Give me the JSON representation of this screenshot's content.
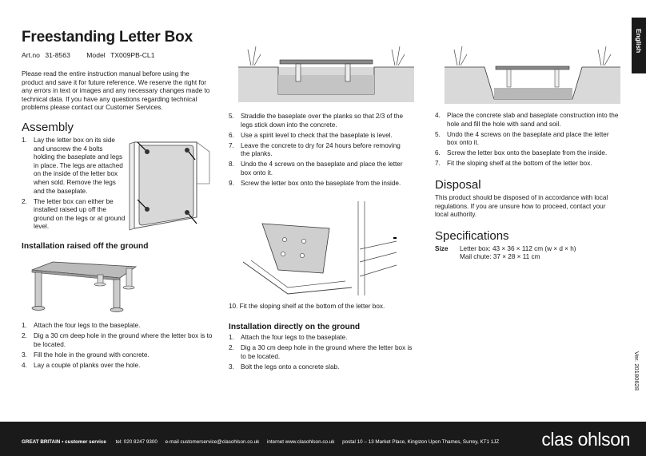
{
  "header": {
    "title": "Freestanding Letter Box",
    "art_no_label": "Art.no",
    "art_no": "31-8563",
    "model_label": "Model",
    "model": "TX009PB-CL1",
    "language_tab": "English"
  },
  "intro": "Please read the entire instruction manual before using the product and save it for future reference. We reserve the right for any errors in text or images and any necessary changes made to technical data. If you have any questions regarding technical problems please contact our Customer Services.",
  "assembly": {
    "heading": "Assembly",
    "steps": [
      {
        "num": "1.",
        "text": "Lay the letter box on its side and unscrew the 4 bolts holding the baseplate and legs in place. The legs are attached on the inside of the letter box when sold. Remove the legs and the baseplate."
      },
      {
        "num": "2.",
        "text": "The letter box can either be installed raised up off the ground on the legs or at ground level."
      }
    ]
  },
  "raised": {
    "heading": "Installation raised off the ground",
    "steps": [
      {
        "num": "1.",
        "text": "Attach the four legs to the baseplate."
      },
      {
        "num": "2.",
        "text": "Dig a 30 cm deep hole in the ground where the letter box is to be located."
      },
      {
        "num": "3.",
        "text": "Fill the hole in the ground with concrete."
      },
      {
        "num": "4.",
        "text": "Lay a couple of planks over the hole."
      }
    ],
    "steps_col2": [
      {
        "num": "5.",
        "text": "Straddle the baseplate over the planks so that 2/3 of the legs stick down into the concrete."
      },
      {
        "num": "6.",
        "text": "Use a spirit level to check that the baseplate is level."
      },
      {
        "num": "7.",
        "text": "Leave the concrete to dry for 24 hours before removing the planks."
      },
      {
        "num": "8.",
        "text": "Undo the 4 screws on the baseplate and place the letter box onto it."
      },
      {
        "num": "9.",
        "text": "Screw the letter box onto the baseplate from the inside."
      }
    ],
    "step10": {
      "num": "10.",
      "text": "Fit the sloping shelf at the bottom of the letter box."
    }
  },
  "ground": {
    "heading": "Installation directly on the ground",
    "steps": [
      {
        "num": "1.",
        "text": "Attach the four legs to the baseplate."
      },
      {
        "num": "2.",
        "text": "Dig a 30 cm deep hole in the ground where the letter box is to be located."
      },
      {
        "num": "3.",
        "text": "Bolt the legs onto a concrete slab."
      }
    ],
    "steps_col3": [
      {
        "num": "4.",
        "text": "Place the concrete slab and baseplate construction into the hole and fill the hole with sand and soil."
      },
      {
        "num": "5.",
        "text": "Undo the 4 screws on the baseplate and place the letter box onto it."
      },
      {
        "num": "6.",
        "text": "Screw the letter box onto the baseplate from the inside."
      },
      {
        "num": "7.",
        "text": "Fit the sloping shelf at the bottom of the letter box."
      }
    ]
  },
  "disposal": {
    "heading": "Disposal",
    "text": "This product should be disposed of in accordance with local regulations. If you are unsure how to proceed, contact your local authority."
  },
  "specs": {
    "heading": "Specifications",
    "label": "Size",
    "line1": "Letter box: 43 × 36 × 112 cm (w × d × h)",
    "line2": "Mail chute: 37 × 28 × 11 cm"
  },
  "version": "Ver. 20180628",
  "footer": {
    "country": "GREAT BRITAIN • customer service",
    "tel": "tel: 020 8247 9300",
    "email": "e-mail customerservice@clasohlson.co.uk",
    "internet": "internet www.clasohlson.co.uk",
    "postal": "postal 10 – 13 Market Place, Kingston Upon Thames, Surrey, KT1 1JZ",
    "logo": "clas ohlson"
  }
}
